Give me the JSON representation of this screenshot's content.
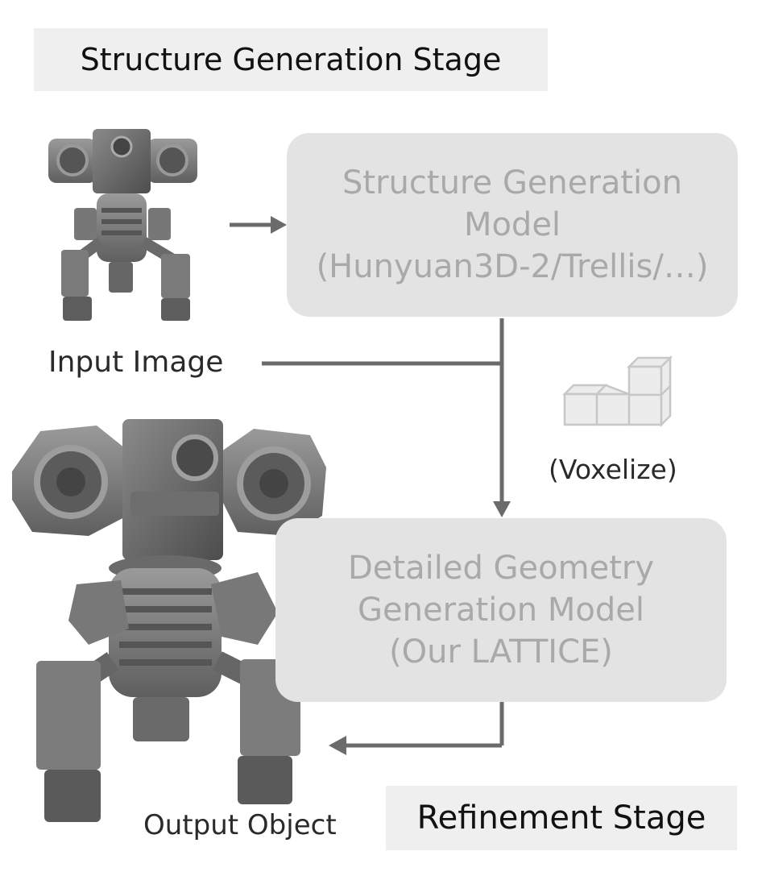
{
  "stage_top": "Structure Generation Stage",
  "stage_bottom": "Refinement Stage",
  "box_top": {
    "line1": "Structure Generation",
    "line2": "Model",
    "line3": "(Hunyuan3D-2/Trellis/…)"
  },
  "box_bottom": {
    "line1": "Detailed Geometry",
    "line2": "Generation Model",
    "line3": "(Our LATTICE)"
  },
  "input_label": "Input Image",
  "output_label": "Output Object",
  "voxel_label": "(Voxelize)",
  "colors": {
    "arrow": "#6b6b6b",
    "box_fill": "#e3e3e3",
    "box_text": "#a9a9a9",
    "tag_fill": "#efefef",
    "robot": "#7d7d7d"
  }
}
